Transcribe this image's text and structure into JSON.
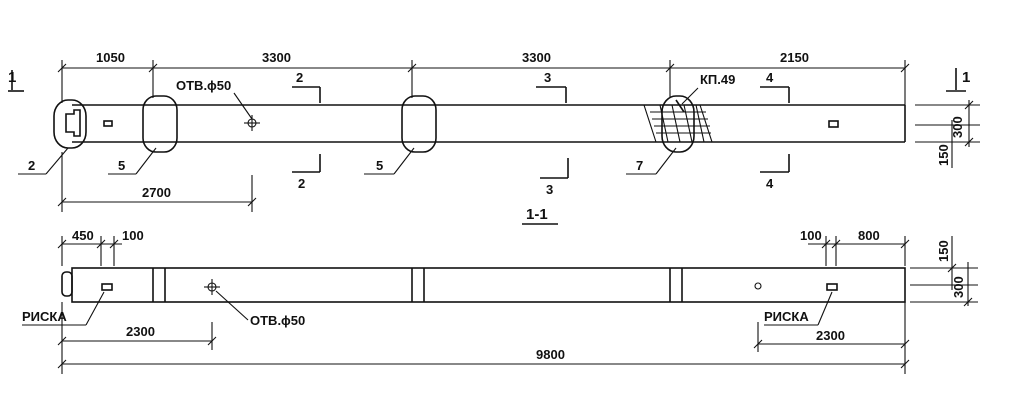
{
  "drawing": {
    "section_marker": "1",
    "top_view": {
      "dims_top": [
        "1050",
        "3300",
        "3300",
        "2150"
      ],
      "dim_bottom": "2700",
      "hole_label": "ОТВ.ϕ50",
      "kp_label": "КП.49",
      "cut_labels": [
        "2",
        "3",
        "4"
      ],
      "callouts": [
        "2",
        "5",
        "5",
        "7"
      ],
      "side_dims": [
        "300",
        "150"
      ]
    },
    "section_title": "1-1",
    "side_view": {
      "dims_top_left": [
        "450",
        "100"
      ],
      "dims_top_right": [
        "100",
        "800"
      ],
      "risk_label": "РИСКА",
      "hole_label": "ОТВ.ϕ50",
      "dim_left": "2300",
      "dim_right": "2300",
      "overall": "9800",
      "side_dims": [
        "150",
        "300"
      ]
    }
  }
}
